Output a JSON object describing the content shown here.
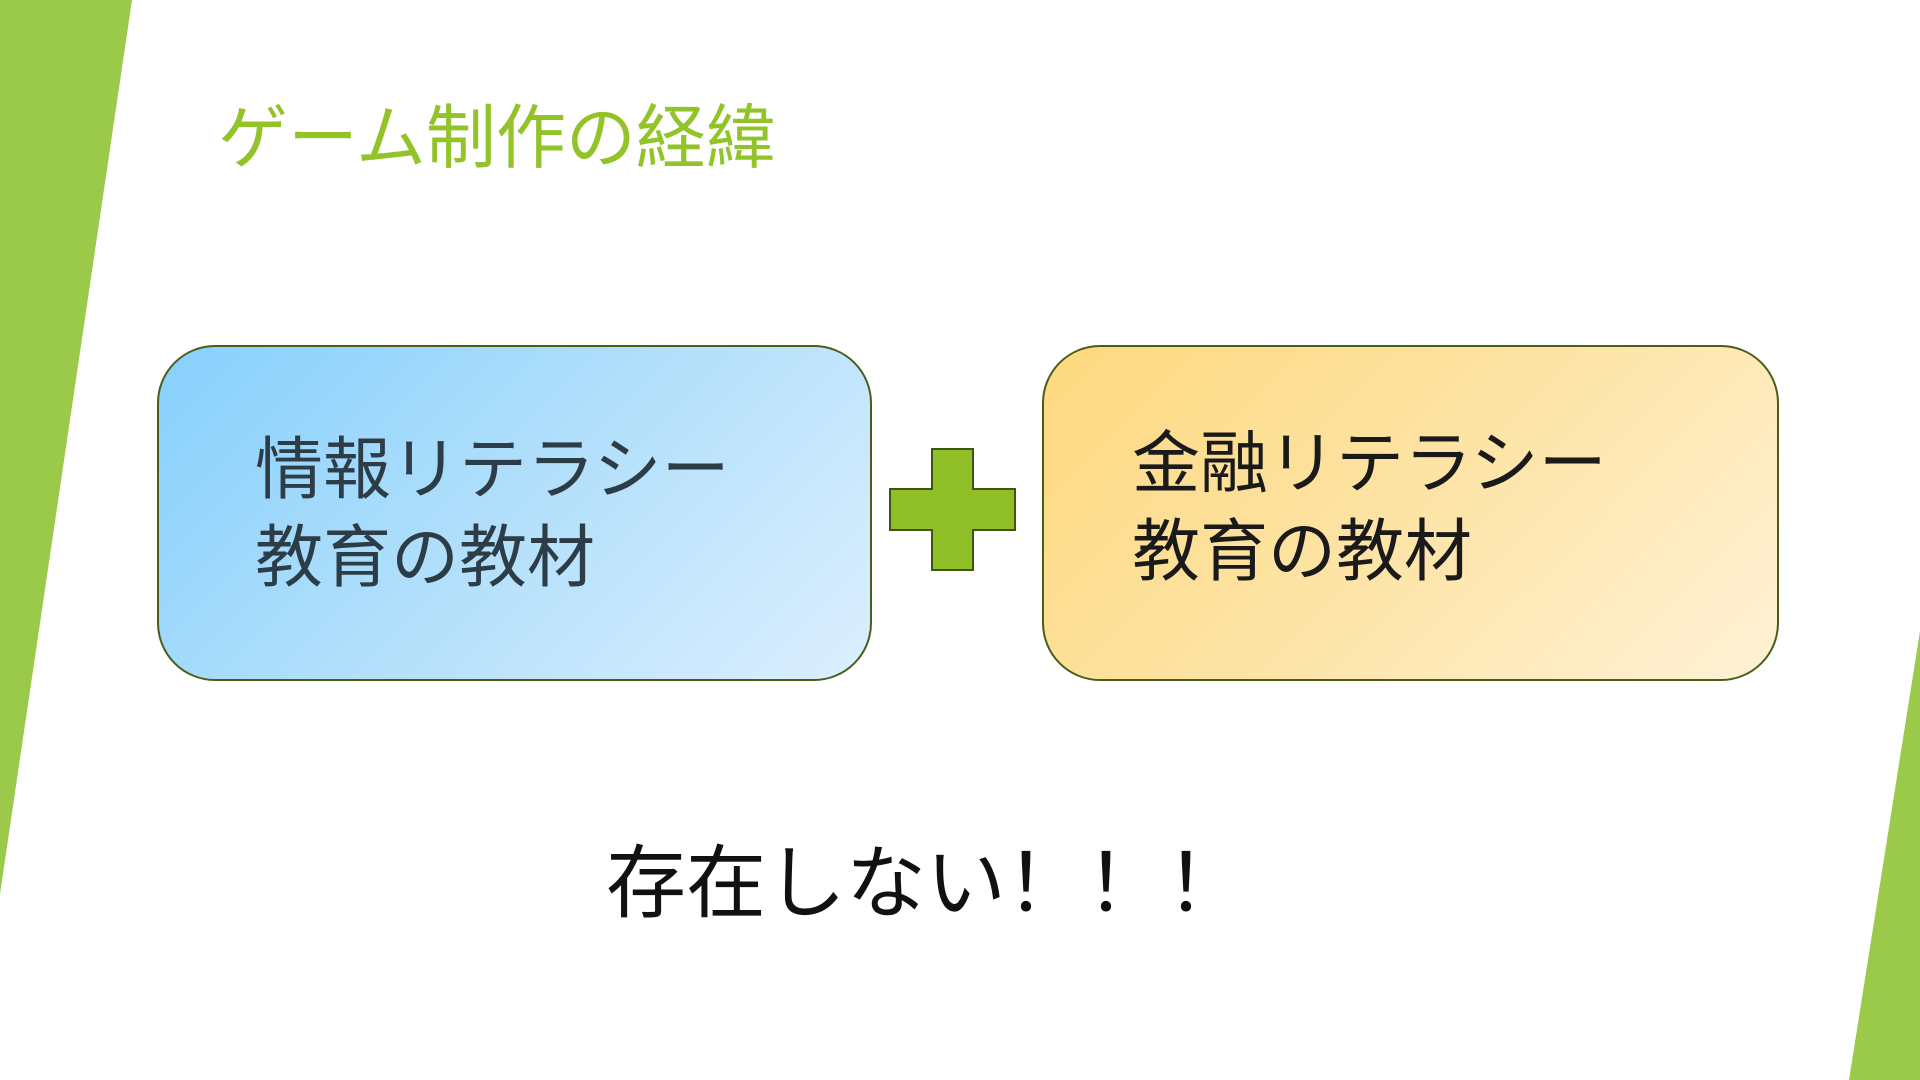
{
  "slide": {
    "title": "ゲーム制作の経緯",
    "accent_color": "#9bc53d",
    "box_left": {
      "line1": "情報リテラシー",
      "line2": "教育の教材"
    },
    "box_right": {
      "line1": "金融リテラシー",
      "line2": "教育の教材"
    },
    "plus_icon": "plus-icon",
    "conclusion": "存在しない！！！"
  }
}
